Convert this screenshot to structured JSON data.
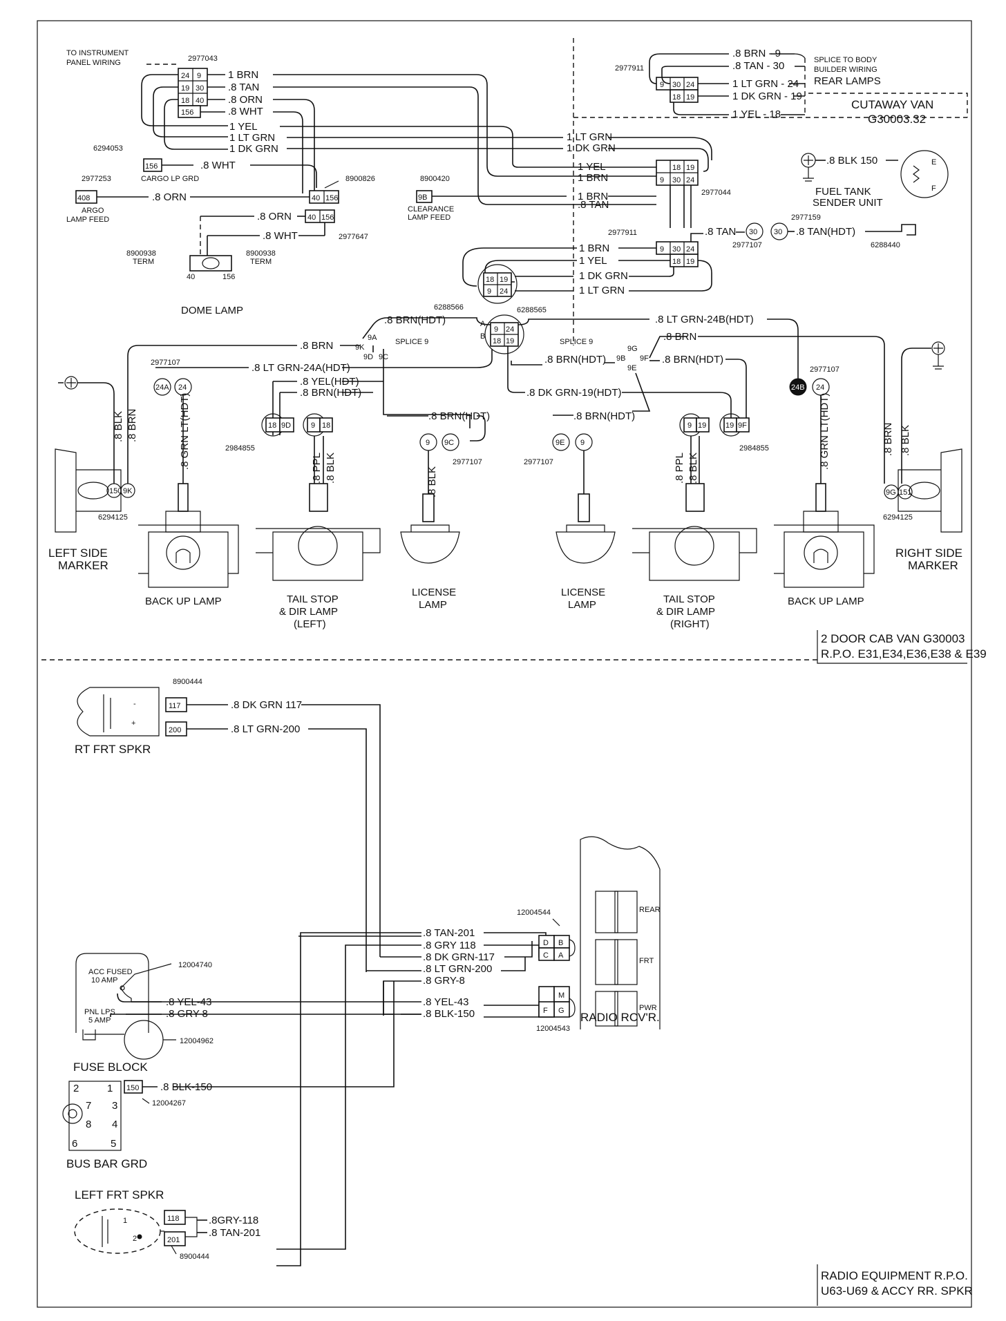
{
  "upper_section": {
    "instrument_panel": {
      "title_line1": "TO INSTRUMENT",
      "title_line2": "PANEL WIRING",
      "part": "2977043",
      "pins": [
        "24",
        "9",
        "19",
        "30",
        "18",
        "40",
        "156"
      ],
      "wires": [
        "1 BRN",
        ".8 TAN",
        ".8 ORN",
        ".8 WHT"
      ]
    },
    "main_wires": [
      "1 YEL",
      "1 LT GRN",
      "1 DK GRN"
    ],
    "cargo_lp_grd": {
      "part": "6294053",
      "pin": "156",
      "label": "CARGO LP GRD",
      "wire": ".8 WHT"
    },
    "cargo_lamp_feed": {
      "part": "2977253",
      "pin": "408",
      "label_line1": "ARGO",
      "label_line2": "LAMP FEED",
      "wire": ".8 ORN"
    },
    "junction_8900826": {
      "part": "8900826",
      "pins": [
        "40",
        "156"
      ]
    },
    "clearance_lamp_feed": {
      "part": "8900420",
      "pin": "9B",
      "label_line1": "CLEARANCE",
      "label_line2": "LAMP FEED"
    },
    "dome_lamp": {
      "label": "DOME LAMP",
      "part": "2977647",
      "pins": [
        "40",
        "156"
      ],
      "wires": [
        ".8 ORN",
        ".8 WHT"
      ],
      "term_left": "8900938",
      "term_right": "8900938",
      "term_word": "TERM",
      "bulb_pins": [
        "40",
        "156"
      ]
    },
    "rear_body_connector": {
      "part": "2977911",
      "pins": [
        "9",
        "30",
        "24",
        "18",
        "19"
      ],
      "wires": [
        ".8 BRN - 9",
        ".8 TAN - 30",
        "1 LT GRN - 24",
        "1 DK GRN - 19",
        "1 YEL - 18"
      ],
      "note_line1": "SPLICE TO BODY",
      "note_line2": "BUILDER WIRING",
      "note_line3": "REAR LAMPS"
    },
    "cutaway_van": {
      "line1": "CUTAWAY VAN",
      "line2": "G30003.32"
    },
    "mid_connector": {
      "part": "2977044",
      "pins": [
        "18",
        "19",
        "9",
        "30",
        "24"
      ],
      "wires_left": [
        "1 LT GRN",
        "1 DK GRN",
        "1 YEL",
        "1 BRN",
        "1 BRN",
        ".8 TAN"
      ]
    },
    "fuel_tank": {
      "wire": ".8 BLK 150",
      "label_line1": "FUEL TANK",
      "label_line2": "SENDER UNIT",
      "e": "E",
      "f": "F"
    },
    "lower_connector": {
      "part": "2977911",
      "pins": [
        "9",
        "30",
        "24",
        "18",
        "19"
      ],
      "wires_left": [
        "1 BRN",
        "1 YEL",
        "1 DK GRN",
        "1 LT GRN"
      ],
      "tan_wire": ".8 TAN",
      "part_2977107": "2977107",
      "part_2977159": "2977159",
      "pin_30": "30",
      "hdt_wire": ".8 TAN(HDT)",
      "part_6288440": "6288440"
    },
    "connector_6288566": {
      "part": "6288566",
      "pins": [
        "18",
        "19",
        "9",
        "24"
      ]
    },
    "connector_6288565": {
      "part": "6288565",
      "pins": [
        "9",
        "24",
        "18",
        "19"
      ],
      "letters": [
        "A",
        "B"
      ]
    },
    "hdt_wires": {
      "top": ".8 BRN(HDT)",
      "ltgrn_24b": ".8 LT GRN-24B(HDT)",
      "brn_left": ".8 BRN",
      "splice9": "SPLICE 9",
      "ltgrn_24a": ".8 LT GRN-24A(HDT)",
      "yel_hdt": ".8 YEL(HDT)",
      "brn_hdt_left": ".8 BRN(HDT)",
      "brn_hdt_mid": ".8 BRN(HDT)",
      "brn_right": ".8 BRN",
      "brn_hdt_right": ".8 BRN(HDT)",
      "dkgrn_19": ".8 DK GRN-19(HDT)",
      "brn_hdt_lic_left": ".8 BRN(HDT)",
      "brn_hdt_lic_right": ".8 BRN(HDT)",
      "splice_pins_left": [
        "9K",
        "9A",
        "9D",
        "9C"
      ],
      "splice_pins_right": [
        "9G",
        "9B",
        "9F",
        "9E"
      ]
    },
    "left_side_marker": {
      "label_line1": "LEFT SIDE",
      "label_line2": "MARKER",
      "part": "6294125",
      "pins": [
        "150",
        "9K"
      ],
      "wires": [
        ".8 BLK",
        ".8 BRN"
      ]
    },
    "back_up_lamp_left": {
      "label": "BACK UP LAMP",
      "part": "2977107",
      "pins": [
        "24A",
        "24"
      ],
      "wire": ".8 GRN LT(HDT)"
    },
    "tail_stop_left": {
      "label_line1": "TAIL STOP",
      "label_line2": "& DIR LAMP",
      "label_line3": "(LEFT)",
      "part": "2984855",
      "pins": [
        "18",
        "9D",
        "9",
        "18"
      ],
      "wires": [
        ".8 PPL",
        ".8 BLK"
      ]
    },
    "license_lamp_left": {
      "label_line1": "LICENSE",
      "label_line2": "LAMP",
      "part": "2977107",
      "pins": [
        "9",
        "9C"
      ],
      "wire": ".8 BLK"
    },
    "license_lamp_right": {
      "label_line1": "LICENSE",
      "label_line2": "LAMP",
      "part": "2977107",
      "pins": [
        "9E",
        "9"
      ]
    },
    "tail_stop_right": {
      "label_line1": "TAIL STOP",
      "label_line2": "& DIR LAMP",
      "label_line3": "(RIGHT)",
      "part": "2984855",
      "pins": [
        "9",
        "19",
        "19",
        "9F"
      ],
      "wires": [
        ".8 PPL",
        ".8 BLK"
      ]
    },
    "back_up_lamp_right": {
      "label": "BACK UP LAMP",
      "part": "2977107",
      "pins": [
        "24B",
        "24"
      ],
      "wire": ".8 GRN LT(HDT)"
    },
    "right_side_marker": {
      "label_line1": "RIGHT SIDE",
      "label_line2": "MARKER",
      "part": "6294125",
      "pins": [
        "9G",
        "151"
      ],
      "wires": [
        ".8 BRN",
        ".8 BLK"
      ]
    },
    "caption": {
      "line1": "2 DOOR CAB VAN G30003",
      "line2": "R.P.O. E31,E34,E36,E38 & E39"
    }
  },
  "lower_section": {
    "rt_frt_spkr": {
      "label": "RT FRT SPKR",
      "part": "8900444",
      "pins": [
        "117",
        "200"
      ],
      "wires": [
        ".8 DK GRN 117",
        ".8 LT GRN-200"
      ]
    },
    "fuse_block": {
      "label": "FUSE BLOCK",
      "acc_line1": "ACC FUSED",
      "acc_line2": "10 AMP",
      "pnl_line1": "PNL LPS",
      "pnl_line2": "5 AMP",
      "part_top": "12004740",
      "part_bottom": "12004962"
    },
    "bus_bar": {
      "label": "BUS BAR GRD",
      "numbers": [
        "2",
        "1",
        "7",
        "3",
        "8",
        "4",
        "6",
        "5"
      ],
      "pin": "150",
      "part": "12004267",
      "wire": ".8 BLK-150"
    },
    "radio_wires": [
      ".8 TAN-201",
      ".8 GRY 118",
      ".8 DK GRN-117",
      ".8 LT GRN-200",
      ".8 GRY-8",
      ".8 YEL-43",
      ".8 BLK-150"
    ],
    "fuse_wires": [
      ".8 YEL-43",
      ".8 GRY-8"
    ],
    "speaker_connector": {
      "part": "12004544",
      "pins": [
        "D",
        "B",
        "C",
        "A"
      ]
    },
    "power_connector": {
      "part": "12004543",
      "pins": [
        "M",
        "F",
        "G"
      ]
    },
    "radio": {
      "label": "RADIO RCV'R.",
      "sections": [
        "REAR",
        "FRT",
        "PWR"
      ]
    },
    "left_frt_spkr": {
      "label": "LEFT FRT SPKR",
      "part": "8900444",
      "pins": [
        "118",
        "201"
      ],
      "wires": [
        ".8GRY-118",
        ".8 TAN-201"
      ]
    },
    "caption": {
      "line1": "RADIO EQUIPMENT R.P.O.",
      "line2": "U63-U69 & ACCY RR. SPKR"
    }
  }
}
